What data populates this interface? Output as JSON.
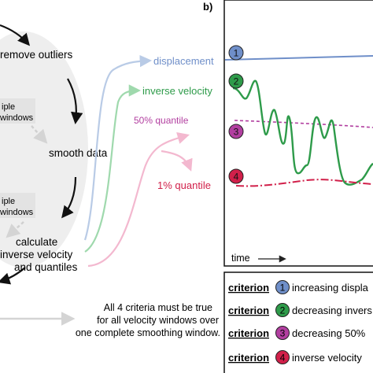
{
  "flow": {
    "steps": {
      "remove_outliers": "remove outliers",
      "smooth_data": "smooth data",
      "calc_line1": "calculate",
      "calc_line2": "inverse velocity",
      "calc_line3": "and quantiles"
    },
    "side_labels": {
      "box1_line1": "iple",
      "box1_line2": "windows",
      "box2_line1": "iple",
      "box2_line2": "windows"
    },
    "outputs": {
      "displacement": "displacement",
      "inverse_velocity": "inverse velocity",
      "q50": "50% quantile",
      "q1": "1% quantile"
    },
    "footer_note": [
      "All 4 criteria must be true",
      "for all velocity windows over",
      "one complete smoothing window."
    ]
  },
  "panel_b": {
    "label": "b)",
    "time_label": "time",
    "badges": [
      "1",
      "2",
      "3",
      "4"
    ]
  },
  "criteria": [
    {
      "word": "criterion",
      "num": "1",
      "text": "increasing displa"
    },
    {
      "word": "criterion",
      "num": "2",
      "text": "decreasing invers"
    },
    {
      "word": "criterion",
      "num": "3",
      "text": "decreasing 50%"
    },
    {
      "word": "criterion",
      "num": "4",
      "text": "inverse velocity"
    }
  ],
  "colors": {
    "blue": "#6f8fc9",
    "green": "#2e9b4a",
    "magenta": "#b23fa0",
    "red": "#d1204a",
    "light_blue": "#b9cbe6",
    "light_green": "#9fd9ad",
    "light_pink": "#f3b8cf"
  }
}
